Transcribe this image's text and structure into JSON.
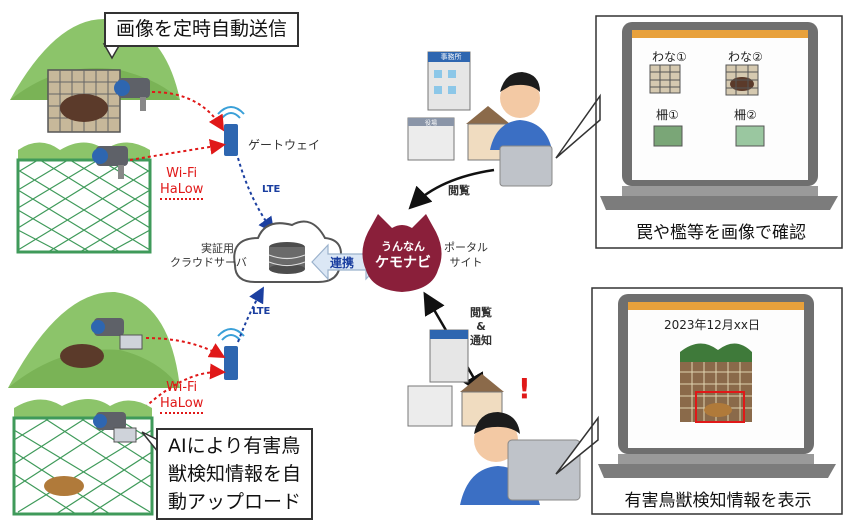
{
  "callouts": {
    "top_left": "画像を定時自動送信",
    "bottom_left_lines": [
      "AIにより有害鳥",
      "獣検知情報を自",
      "動アップロード"
    ],
    "top_right_caption": "罠や檻等を画像で確認",
    "bottom_right_caption": "有害鳥獣検知情報を表示"
  },
  "network": {
    "gateway_label": "ゲートウェイ",
    "wifi_line1": "Wi-Fi",
    "wifi_line2": "HaLow",
    "lte_label": "LTE",
    "cloud_label_line1": "実証用",
    "cloud_label_line2": "クラウドサーバ",
    "link_label": "連携",
    "portal_logo_line1": "うんなん",
    "portal_logo_line2": "ケモナビ",
    "portal_label_line1": "ポータル",
    "portal_label_line2": "サイト",
    "view_label": "閲覧",
    "view_notify_line1": "閲覧",
    "view_notify_line2": "&",
    "view_notify_line3": "通知",
    "alert_mark": "!"
  },
  "screen_top": {
    "trap1": "わな①",
    "trap2": "わな②",
    "cage1": "柵①",
    "cage2": "柵②"
  },
  "screen_bottom": {
    "date": "2023年12月xx日"
  },
  "buildings": {
    "office_sign": "事務所",
    "office_sign2": "役場"
  },
  "colors": {
    "wifi_red": "#e01818",
    "lte_blue": "#1b3fa0",
    "portal_maroon": "#8a1f3a",
    "hill_green": "#8cc46a",
    "fence_green": "#3f9a5a",
    "screen_orange": "#e8a13c"
  }
}
